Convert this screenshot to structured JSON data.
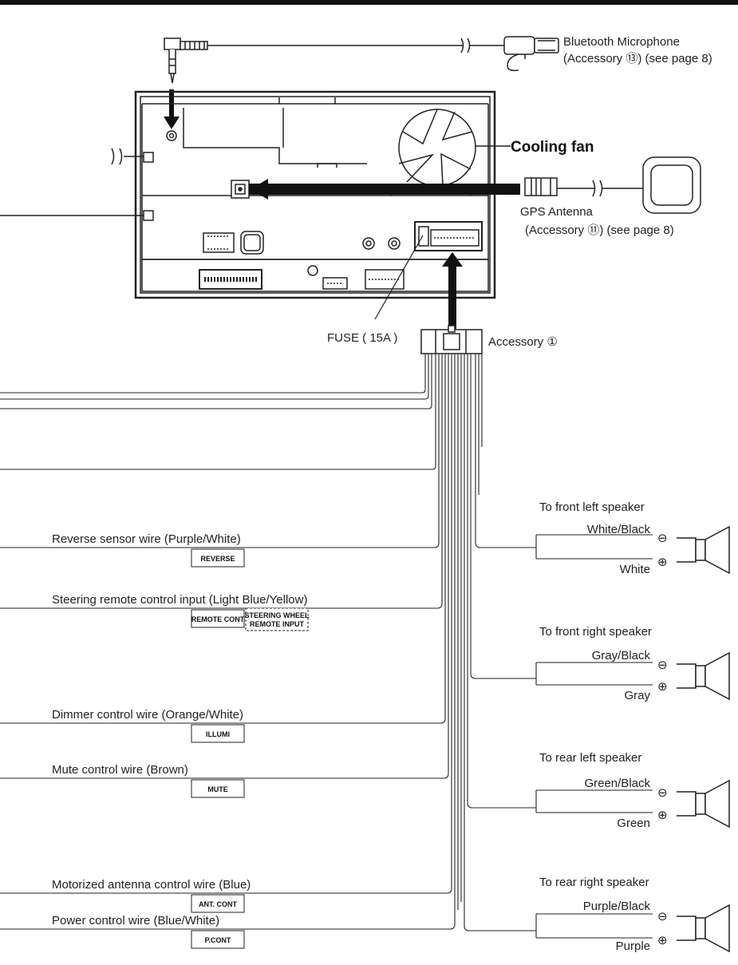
{
  "labels": {
    "bt_mic": "Bluetooth Microphone",
    "bt_mic_acc": "(Accessory ⑬) (see page 8)",
    "cooling_fan": "Cooling fan",
    "gps_antenna": "GPS Antenna",
    "gps_antenna_acc": "(Accessory ⑪) (see page 8)",
    "fuse": "FUSE ( 15A )",
    "accessory1": "Accessory ①"
  },
  "wires": [
    {
      "label": "Reverse sensor wire (Purple/White)",
      "tag": "REVERSE"
    },
    {
      "label": "Steering remote control input (Light Blue/Yellow)",
      "tag": "REMOTE CONT",
      "tag2_l1": "STEERING WHEEL",
      "tag2_l2": "REMOTE INPUT"
    },
    {
      "label": "Dimmer control wire (Orange/White)",
      "tag": "ILLUMI"
    },
    {
      "label": "Mute control wire (Brown)",
      "tag": "MUTE"
    },
    {
      "label": "Motorized antenna control wire (Blue)",
      "tag": "ANT. CONT"
    },
    {
      "label": "Power control wire (Blue/White)",
      "tag": "P.CONT"
    }
  ],
  "speakers": [
    {
      "title": "To front left speaker",
      "neg": "White/Black",
      "pos": "White"
    },
    {
      "title": "To front right speaker",
      "neg": "Gray/Black",
      "pos": "Gray"
    },
    {
      "title": "To rear left speaker",
      "neg": "Green/Black",
      "pos": "Green"
    },
    {
      "title": "To rear right speaker",
      "neg": "Purple/Black",
      "pos": "Purple"
    }
  ],
  "symbols": {
    "minus": "⊖",
    "plus": "⊕"
  }
}
